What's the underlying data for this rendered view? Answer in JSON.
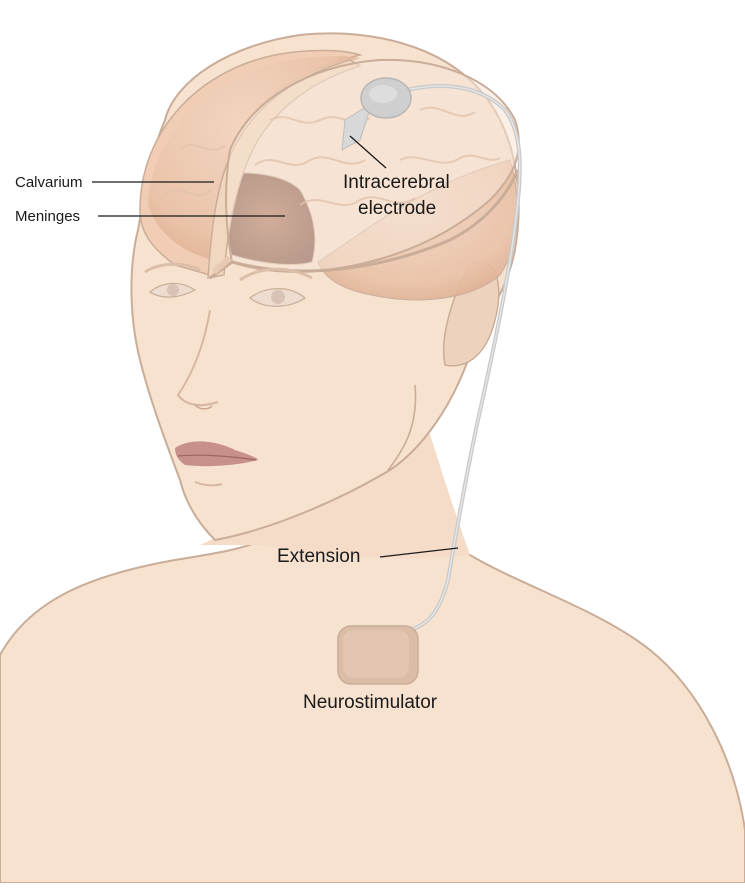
{
  "labels": {
    "calvarium": "Calvarium",
    "meninges": "Meninges",
    "intracerebral_line1": "Intracerebral",
    "intracerebral_line2": "electrode",
    "extension": "Extension",
    "neurostimulator": "Neurostimulator"
  },
  "colors": {
    "skin": "#f7e2d0",
    "skin_shadow": "#eccfb8",
    "outline": "#c9ad98",
    "brain": "#e9c2a8",
    "brain_deep": "#7a4a39",
    "meninges_layer": "#f1d7bd",
    "electrode": "#cfcfcf",
    "lead": "#c8c8c8",
    "stimulator": "#d9bba6",
    "lips": "#b87d74",
    "text": "#1a1a1a"
  }
}
